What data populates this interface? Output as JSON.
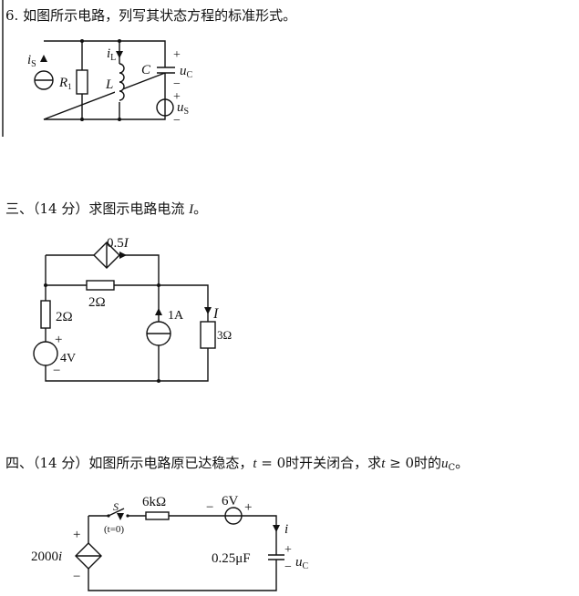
{
  "q6": {
    "title": "6. 如图所示电路，列写其状态方程的标准形式。",
    "labels": {
      "is": "i",
      "is_sub": "S",
      "r1": "R",
      "r1_sub": "1",
      "il": "i",
      "il_sub": "L",
      "l": "L",
      "c": "C",
      "uc": "u",
      "uc_sub": "C",
      "us": "u",
      "us_sub": "S",
      "plus": "+",
      "minus": "−"
    }
  },
  "q3": {
    "title_pre": "三、（14 分）求图示电路电流 ",
    "title_var": "I",
    "title_post": "。",
    "labels": {
      "ccs": "0.5",
      "ccs_var": "I",
      "r_mid": "2Ω",
      "r_left": "2Ω",
      "vs": "4V",
      "cs": "1A",
      "i": "I",
      "r_right": "3Ω",
      "plus": "+",
      "minus": "−"
    }
  },
  "q4": {
    "title_pre": "四、（14 分）如图所示电路原已达稳态，",
    "t1": "t",
    "mid": " = 0时开关闭合，求",
    "t2": "t",
    "mid2": " ≥ 0时的",
    "u": "u",
    "u_sub": "C",
    "end": "。",
    "labels": {
      "s": "S",
      "t0": "(t=0)",
      "r": "6kΩ",
      "vs": "6V",
      "i": "i",
      "cap": "0.25μF",
      "uc": "u",
      "uc_sub": "C",
      "dep": "2000",
      "dep_var": "i",
      "plus": "+",
      "minus": "−"
    }
  }
}
